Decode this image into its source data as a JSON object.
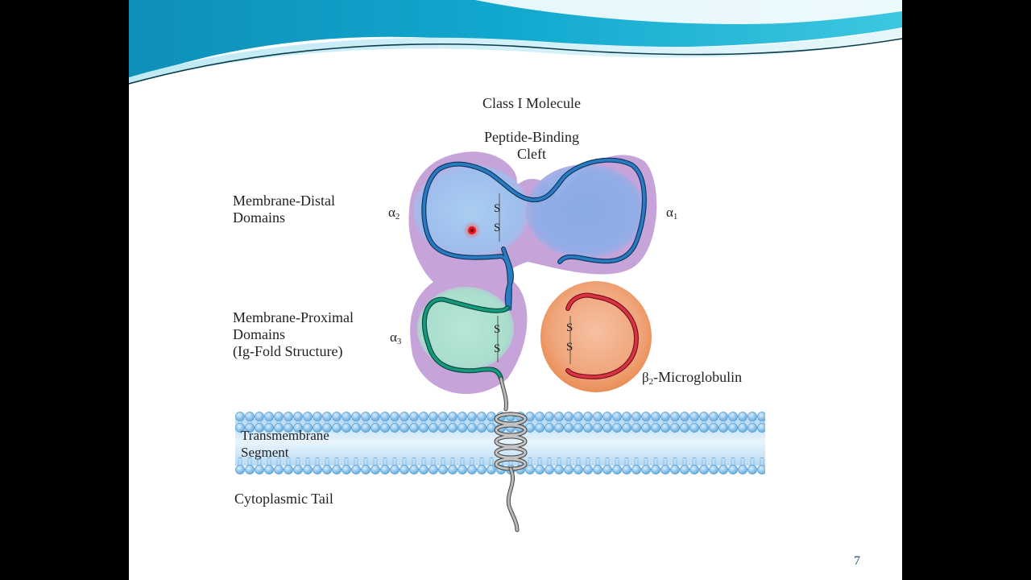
{
  "title": "Class I Molecule",
  "labels": {
    "cleft_line1": "Peptide-Binding",
    "cleft_line2": "Cleft",
    "distal_line1": "Membrane-Distal",
    "distal_line2": "Domains",
    "proximal_line1": "Membrane-Proximal",
    "proximal_line2": "Domains",
    "proximal_line3": "(Ig-Fold Structure)",
    "alpha_symbol": "α",
    "alpha1_sub": "1",
    "alpha2_sub": "2",
    "alpha3_sub": "3",
    "beta_symbol": "β",
    "beta2_sub": "2",
    "microglobulin": "-Microglobulin",
    "transmembrane_line1": "Transmembrane",
    "transmembrane_line2": "Segment",
    "cytoplasmic": "Cytoplasmic Tail",
    "disulfide_s": "S"
  },
  "page_number": "7",
  "colors": {
    "background": "#000000",
    "slide": "#ffffff",
    "header_teal": "#0fa3c6",
    "purple_domain": "#c4a0d8",
    "alpha12_blue": "#8fb6e8",
    "alpha3_green": "#a6e0c8",
    "b2m_orange": "#e98b52",
    "chain_blue": "#1f6fb0",
    "chain_green": "#0f8a73",
    "chain_red": "#d32a3a",
    "membrane_blue": "#8ec4ea",
    "tail_gray": "#8a8a8a"
  }
}
